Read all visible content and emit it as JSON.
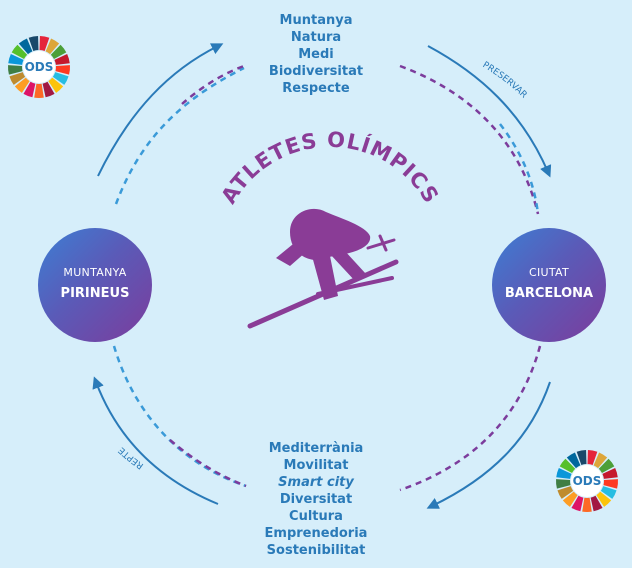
{
  "top_words": [
    "Muntanya",
    "Natura",
    "Medi",
    "Biodiversitat",
    "Respecte"
  ],
  "bottom_words": [
    {
      "text": "Mediterrània",
      "italic": false
    },
    {
      "text": "Movilitat",
      "italic": false
    },
    {
      "text": "Smart city",
      "italic": true
    },
    {
      "text": "Diversitat",
      "italic": false
    },
    {
      "text": "Cultura",
      "italic": false
    },
    {
      "text": "Emprenedoria",
      "italic": false
    },
    {
      "text": "Sostenibilitat",
      "italic": false
    }
  ],
  "left_hub": {
    "label": "MUNTANYA",
    "name": "PIRINEUS"
  },
  "right_hub": {
    "label": "CIUTAT",
    "name": "BARCELONA"
  },
  "center_title": "ATLETES OLÍMPICS",
  "arrow_labels": {
    "top_right": "PRESERVAR",
    "bottom_left": "REPTE"
  },
  "ods_badge": "ODS",
  "colors": {
    "background": "#d6eefa",
    "arrow_blue": "#2a7ab8",
    "dashed_purple": "#7c3c9c",
    "dashed_blue": "#3a9ad8",
    "title_purple": "#8a3c96",
    "skier_purple": "#8a3c96",
    "sdg_wheel": [
      "#e5243b",
      "#dda63a",
      "#4c9f38",
      "#c5192d",
      "#ff3a21",
      "#26bde2",
      "#fcc30b",
      "#a21942",
      "#fd6925",
      "#dd1367",
      "#fd9d24",
      "#bf8b2e",
      "#3f7e44",
      "#0a97d9",
      "#56c02b",
      "#00689d",
      "#19486a"
    ]
  }
}
